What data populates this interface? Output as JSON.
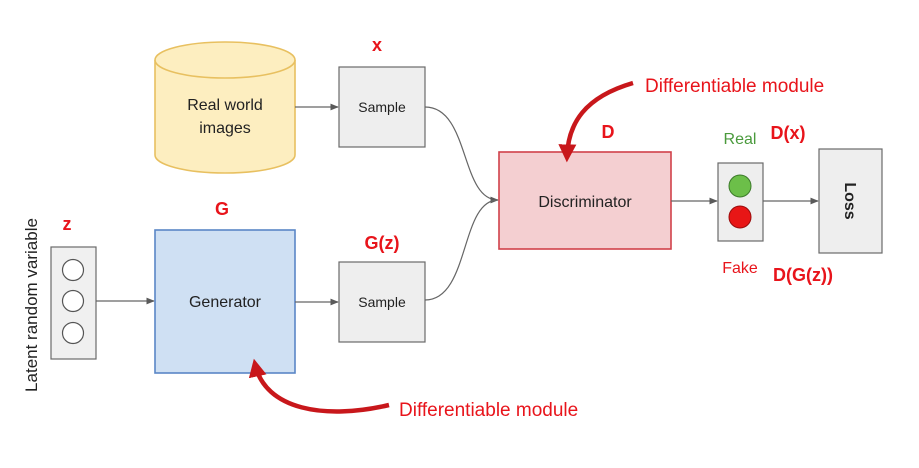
{
  "latent": {
    "axis_label": "Latent random variable",
    "symbol": "z"
  },
  "database": {
    "line1": "Real world",
    "line2": "images"
  },
  "real_sample": {
    "label": "Sample",
    "symbol": "x"
  },
  "fake_sample": {
    "label": "Sample",
    "symbol": "G(z)"
  },
  "generator": {
    "label": "Generator",
    "symbol": "G"
  },
  "discriminator": {
    "label": "Discriminator",
    "symbol": "D"
  },
  "real_fake": {
    "real_label": "Real",
    "fake_label": "Fake",
    "real_output": "D(x)",
    "fake_output": "D(G(z))"
  },
  "loss": {
    "label": "Loss"
  },
  "annotations": {
    "top": "Differentiable module",
    "bottom": "Differentiable module"
  },
  "colors": {
    "accent_red": "#e8141b",
    "arrow_red": "#c8171b",
    "real_green": "#4a9a3c",
    "light_green": "#6cbf49",
    "light_red": "#e81616",
    "generator_fill": "#cfe0f3",
    "generator_stroke": "#5a86c6",
    "discriminator_fill": "#f4cfd1",
    "discriminator_stroke": "#d0414a",
    "db_fill": "#fdeec0",
    "db_stroke": "#e8c060",
    "box_fill": "#eeeeee",
    "box_stroke": "#6a6a6a"
  }
}
